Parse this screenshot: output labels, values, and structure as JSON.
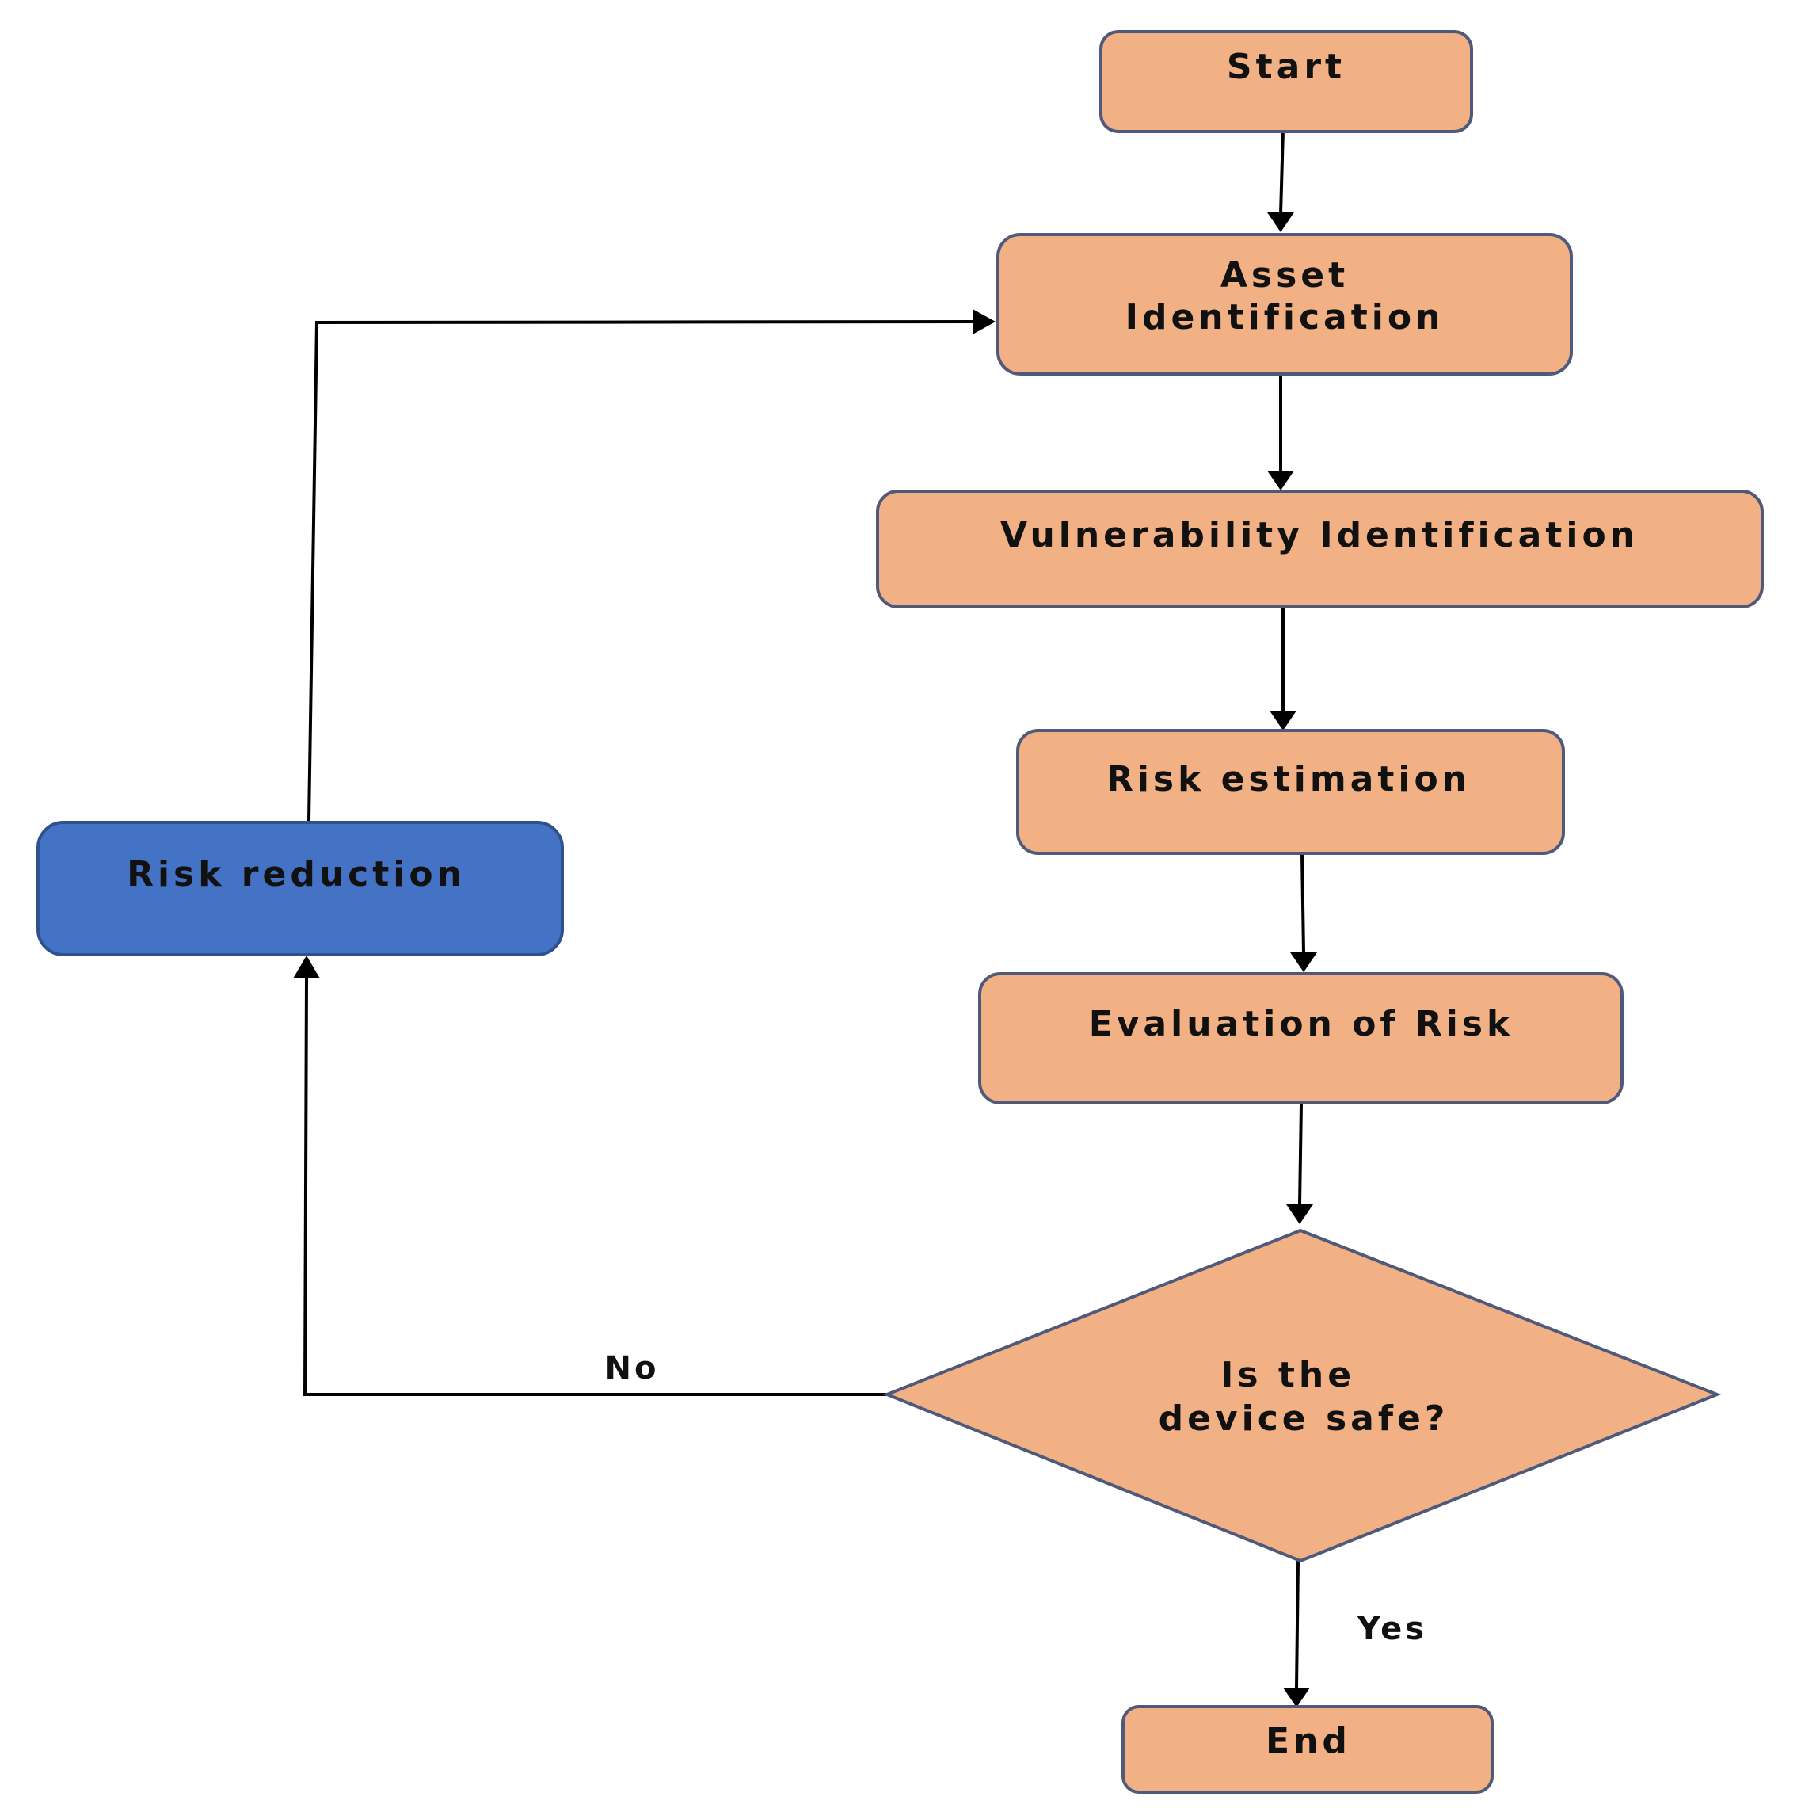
{
  "colors": {
    "process_fill": "#F2B184",
    "process_stroke": "#4F5A7A",
    "action_fill": "#4472C4",
    "action_stroke": "#2F528F",
    "decision_fill": "#F2B184",
    "decision_stroke": "#4F5A7A",
    "connector": "#000000"
  },
  "nodes": {
    "start": {
      "label": "Start"
    },
    "asset": {
      "line1": "Asset",
      "line2": "Identification"
    },
    "vulnerability": {
      "label": "Vulnerability Identification"
    },
    "estimation": {
      "label": "Risk estimation"
    },
    "evaluation": {
      "label": "Evaluation of Risk"
    },
    "decision": {
      "line1": "Is the",
      "line2": "device safe?"
    },
    "end": {
      "label": "End"
    },
    "reduction": {
      "label": "Risk reduction"
    }
  },
  "edges": {
    "no_label": "No",
    "yes_label": "Yes"
  }
}
